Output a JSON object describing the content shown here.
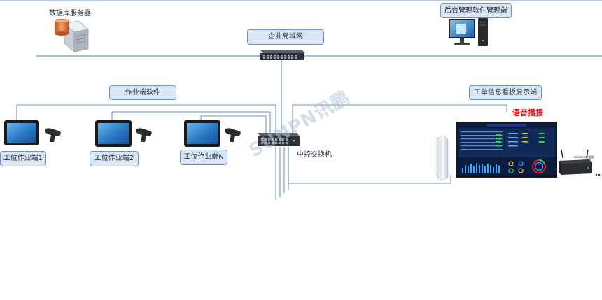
{
  "nodes": {
    "db_server": "数据库服务器",
    "admin_terminal": "后台管理软件管理端",
    "lan": "企业局域网",
    "workstation_software": "作业端软件",
    "board_display": "工单信息看板显示端",
    "voice_broadcast": "语音播报",
    "central_switch": "中控交换机",
    "workstation_1": "工位作业端1",
    "workstation_2": "工位作业端2",
    "workstation_n": "工位作业端N",
    "wifi_box": "wireless加强版"
  },
  "watermark": "SUNPN讯鹏",
  "colors": {
    "line": "#6f93c2",
    "box_fill": "#dbe6f4",
    "box_border": "#6f93c2",
    "accent_red": "#e8141b",
    "dashboard_bg": "#0b1c3f"
  },
  "icons": [
    "database-server-icon",
    "desktop-computer-icon",
    "network-switch-icon",
    "tablet-terminal-icon",
    "barcode-scanner-icon",
    "speaker-column-icon",
    "dashboard-screen-icon",
    "wifi-router-icon"
  ]
}
